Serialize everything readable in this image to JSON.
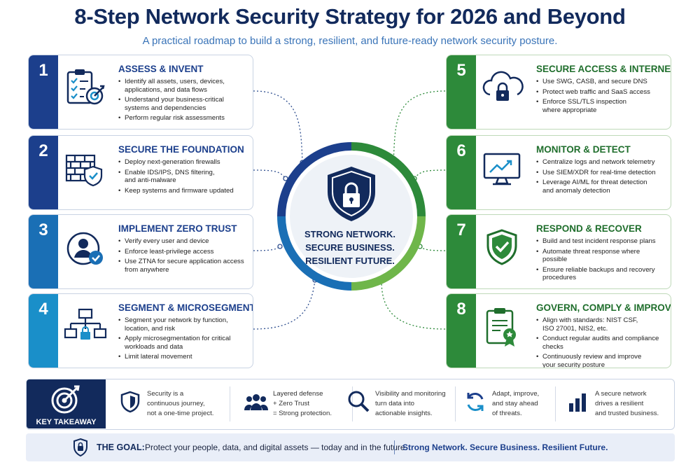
{
  "title": "8-Step Network Security Strategy for 2026 and Beyond",
  "subtitle": "A practical roadmap to build a strong, resilient, and future-ready network security posture.",
  "colors": {
    "navy": "#122a5c",
    "blue": "#1c3f8c",
    "green": "#2d8a3a",
    "lightblue": "#1a8fc9"
  },
  "steps": [
    {
      "number": "1",
      "heading": "ASSESS & INVENT",
      "icon": "checklist-target-icon",
      "bullets": [
        [
          "Identify all assets, users, devices,",
          "applications, and data flows"
        ],
        [
          "Understand your business-critical",
          "systems and dependencies"
        ],
        [
          "Perform regular risk assessments"
        ]
      ]
    },
    {
      "number": "2",
      "heading": "SECURE THE FOUNDATION",
      "icon": "firewall-shield-icon",
      "bullets": [
        [
          "Deploy next-generation firewalls"
        ],
        [
          "Enable IDS/IPS, DNS filtering,",
          "and anti-malware"
        ],
        [
          "Keep systems and firmware updated"
        ]
      ]
    },
    {
      "number": "3",
      "heading": "IMPLEMENT ZERO TRUST",
      "icon": "user-verified-icon",
      "bullets": [
        [
          "Verify every user and device"
        ],
        [
          "Enforce least-privilege access"
        ],
        [
          "Use ZTNA for secure application access",
          "from anywhere"
        ]
      ]
    },
    {
      "number": "4",
      "heading": "SEGMENT & MICROSEGMENT",
      "icon": "network-segment-icon",
      "bullets": [
        [
          "Segment your network by function,",
          "location, and risk"
        ],
        [
          "Apply microsegmentation for critical",
          "workloads and data"
        ],
        [
          "Limit lateral movement"
        ]
      ]
    },
    {
      "number": "5",
      "heading": "SECURE ACCESS & INTERNET",
      "icon": "cloud-lock-icon",
      "bullets": [
        [
          "Use SWG, CASB, and secure DNS"
        ],
        [
          "Protect web traffic and SaaS access"
        ],
        [
          "Enforce SSL/TLS inspection",
          "where appropriate"
        ]
      ]
    },
    {
      "number": "6",
      "heading": "MONITOR & DETECT",
      "icon": "monitor-chart-icon",
      "bullets": [
        [
          "Centralize logs and network telemetry"
        ],
        [
          "Use SIEM/XDR for real-time detection"
        ],
        [
          "Leverage AI/ML for threat detection",
          "and anomaly detection"
        ]
      ]
    },
    {
      "number": "7",
      "heading": "RESPOND & RECOVER",
      "icon": "shield-check-icon",
      "bullets": [
        [
          "Build and test incident response plans"
        ],
        [
          "Automate threat response where",
          "possible"
        ],
        [
          "Ensure reliable backups and recovery",
          "procedures"
        ]
      ]
    },
    {
      "number": "8",
      "heading": "GOVERN, COMPLY & IMPROVE",
      "icon": "certificate-clipboard-icon",
      "bullets": [
        [
          "Align with standards: NIST CSF,",
          "ISO 27001, NIS2, etc."
        ],
        [
          "Conduct regular audits and compliance",
          "checks"
        ],
        [
          "Continuously review and improve",
          "your security posture"
        ]
      ]
    }
  ],
  "hub": {
    "lines": [
      "STRONG NETWORK.",
      "SECURE BUSINESS.",
      "RESILIENT FUTURE."
    ]
  },
  "takeaway": {
    "label": "KEY TAKEAWAY",
    "items": [
      {
        "icon": "shield-icon",
        "lines": [
          "Security is a",
          "continuous journey,",
          "not a one-time project."
        ]
      },
      {
        "icon": "people-icon",
        "lines": [
          "Layered defense",
          "+ Zero Trust",
          "= Strong protection."
        ]
      },
      {
        "icon": "magnifier-icon",
        "lines": [
          "Visibility and monitoring",
          "turn data into",
          "actionable insights."
        ]
      },
      {
        "icon": "refresh-icon",
        "lines": [
          "Adapt, improve,",
          "and stay ahead",
          "of threats."
        ]
      },
      {
        "icon": "bar-chart-icon",
        "lines": [
          "A secure network",
          "drives a resilient",
          "and trusted business."
        ]
      }
    ]
  },
  "goal": {
    "label": "THE GOAL:",
    "text": "Protect your people, data, and digital assets — today and in the future.",
    "slogan": "Strong Network. Secure Business. Resilient Future."
  }
}
